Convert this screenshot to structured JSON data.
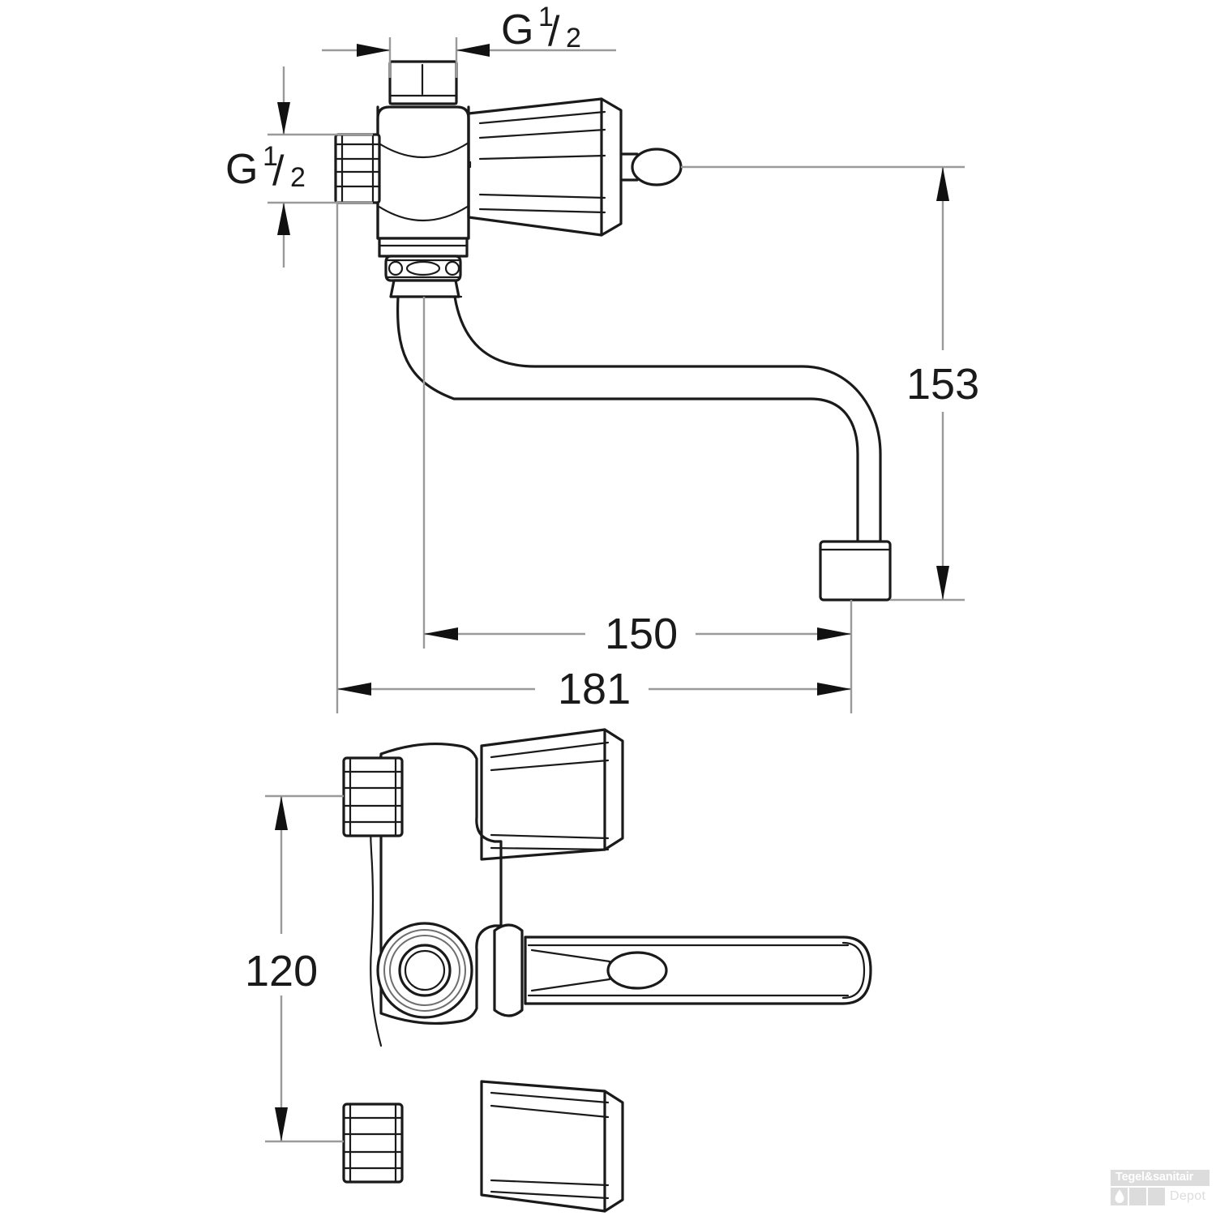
{
  "document": {
    "type": "technical-dimension-drawing",
    "subject": "wall-mounted two-handle kitchen faucet with swivel spout",
    "background": "#ffffff",
    "line_color": "#1a1a1a",
    "thin_line_color": "#9a9a9a",
    "views": [
      {
        "name": "side-elevation",
        "label": ""
      },
      {
        "name": "front-elevation",
        "label": ""
      }
    ]
  },
  "dimensions": {
    "top_thread": {
      "label": "G",
      "numerator": "1",
      "denominator": "2",
      "full": "G 1/2"
    },
    "left_thread": {
      "label": "G",
      "numerator": "1",
      "denominator": "2",
      "full": "G 1/2"
    },
    "height_153": "153",
    "projection_150": "150",
    "projection_181": "181",
    "centres_120": "120"
  },
  "watermark": {
    "line1": "Tegel&sanitair",
    "line2": "Depot",
    "icon": "water-drop-icon",
    "color": "#dcdcdc"
  }
}
